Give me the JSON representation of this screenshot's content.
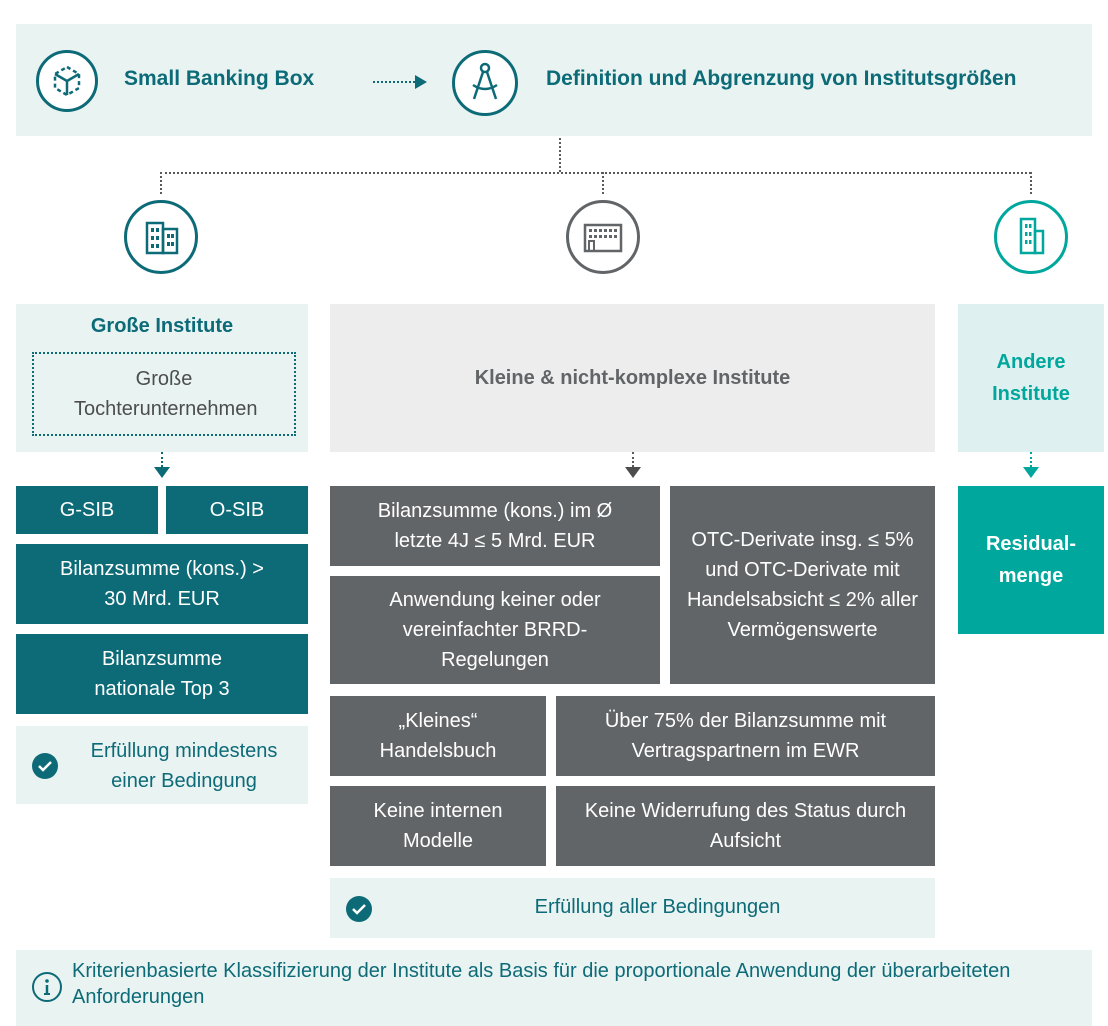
{
  "header": {
    "left_title": "Small Banking Box",
    "right_title": "Definition und Abgrenzung von Institutsgrößen"
  },
  "left": {
    "title": "Große Institute",
    "subsidiary": "Große Tochterunternehmen",
    "gsib": "G-SIB",
    "osib": "O-SIB",
    "criterion1": "Bilanzsumme (kons.) > 30 Mrd. EUR",
    "criterion2": "Bilanzsumme nationale Top 3",
    "fulfillment": "Erfüllung mindestens einer Bedingung"
  },
  "middle": {
    "title": "Kleine & nicht-komplexe Institute",
    "c1": "Bilanzsumme (kons.) im Ø letzte 4J ≤ 5 Mrd. EUR",
    "c2": "OTC-Derivate insg. ≤ 5% und OTC-Derivate mit Handelsabsicht ≤ 2% aller Vermögenswerte",
    "c3": "Anwendung keiner oder vereinfachter BRRD-Regelungen",
    "c4": "„Kleines“ Handelsbuch",
    "c5": "Über 75% der Bilanzsumme mit Vertragspartnern im EWR",
    "c6": "Keine internen Modelle",
    "c7": "Keine Widerrufung des Status durch Aufsicht",
    "fulfillment": "Erfüllung aller Bedingungen"
  },
  "right": {
    "title": "Andere Institute",
    "residual": "Residual-menge"
  },
  "footer": {
    "text": "Kriterienbasierte Klassifizierung der Institute als Basis für die proportionale Anwendung der überarbeiteten Anforderungen"
  },
  "colors": {
    "teal_dark": "#0d6b78",
    "grey_dark": "#626567",
    "cyan": "#00a79d"
  },
  "icons": [
    "cube-icon",
    "compass-icon",
    "building-icon",
    "office-building-icon",
    "tower-icon",
    "check-icon",
    "info-icon",
    "arrow-right-icon"
  ]
}
